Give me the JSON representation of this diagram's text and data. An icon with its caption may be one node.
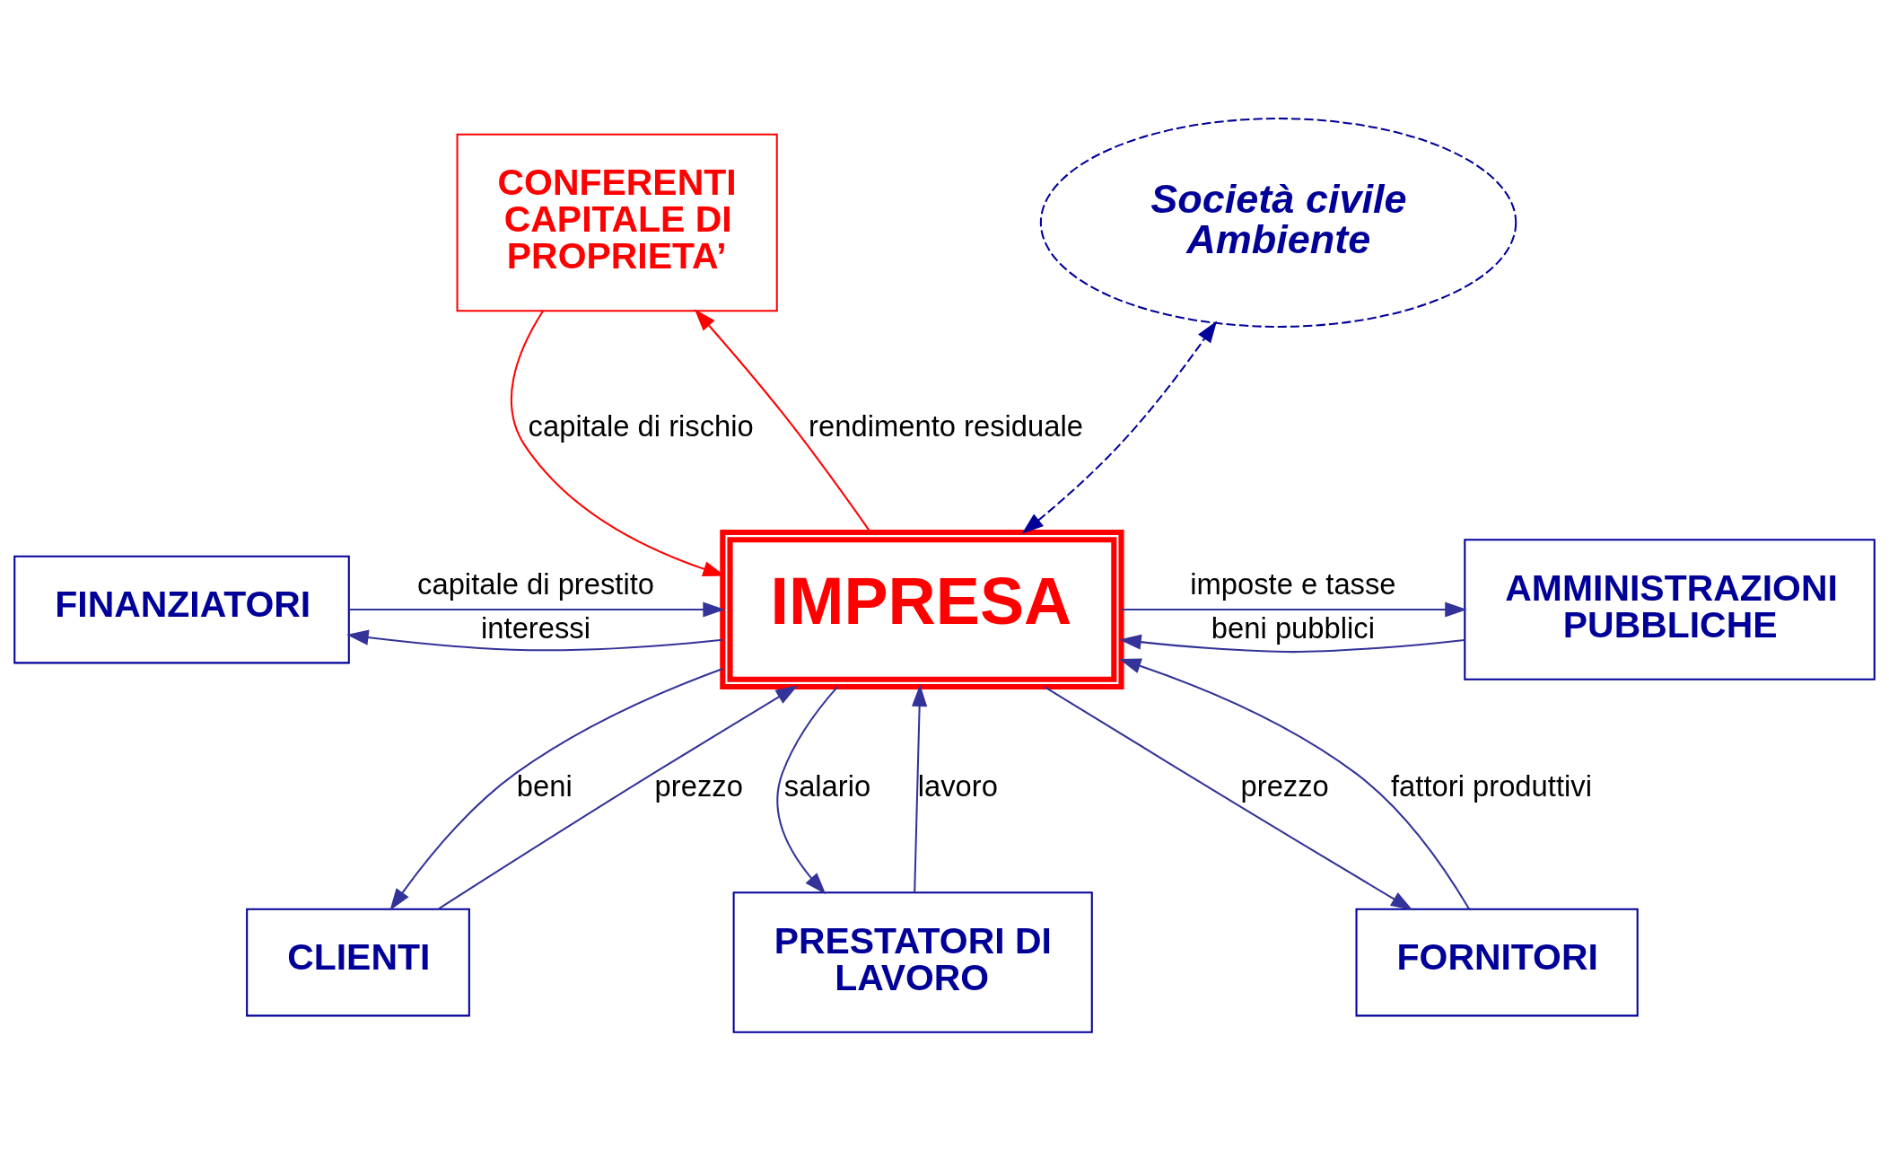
{
  "diagram": {
    "nodes": [
      {
        "text": [
          "CONFERENTI CAPITALE DI PROPRIETA’"
        ]
      },
      {
        "text": [
          "Società civile Ambiente"
        ]
      },
      {
        "text": [
          "FINANZIATORI"
        ]
      },
      {
        "text": [
          "IMPRESA"
        ]
      },
      {
        "text": [
          "AMMINISTRAZIONI PUBBLICHE"
        ]
      },
      {
        "text": [
          "CLIENTI"
        ]
      },
      {
        "text": [
          "PRESTATORI DI LAVORO"
        ]
      },
      {
        "text": [
          "FORNITORI"
        ]
      }
    ],
    "edges": [
      {
        "from": 0,
        "to": 3,
        "arrow": "to",
        "label": "capitale di rischio",
        "color": "#ff0000"
      },
      {
        "from": 3,
        "to": 0,
        "arrow": "to",
        "label": "rendimento residuale",
        "color": "#ff0000"
      },
      {
        "from": 3,
        "to": 1,
        "arrow": "both",
        "style": "dashed",
        "color": "#000099"
      },
      {
        "from": 2,
        "to": 3,
        "arrow": "to",
        "label": "capitale di prestito"
      },
      {
        "from": 3,
        "to": 2,
        "arrow": "to",
        "label": "interessi"
      },
      {
        "from": 3,
        "to": 4,
        "arrow": "to",
        "label": "imposte e tasse"
      },
      {
        "from": 4,
        "to": 3,
        "arrow": "to",
        "label": "beni pubblici"
      },
      {
        "from": 5,
        "to": 3,
        "arrow": "to",
        "label": "prezzo"
      },
      {
        "from": 3,
        "to": 5,
        "arrow": "to",
        "label": "beni"
      },
      {
        "from": 3,
        "to": 6,
        "arrow": "to",
        "label": "salario"
      },
      {
        "from": 6,
        "to": 3,
        "arrow": "to",
        "label": "lavoro"
      },
      {
        "from": 3,
        "to": 7,
        "arrow": "to",
        "label": "prezzo"
      },
      {
        "from": 7,
        "to": 3,
        "arrow": "to",
        "label": "fattori produttivi"
      }
    ]
  }
}
